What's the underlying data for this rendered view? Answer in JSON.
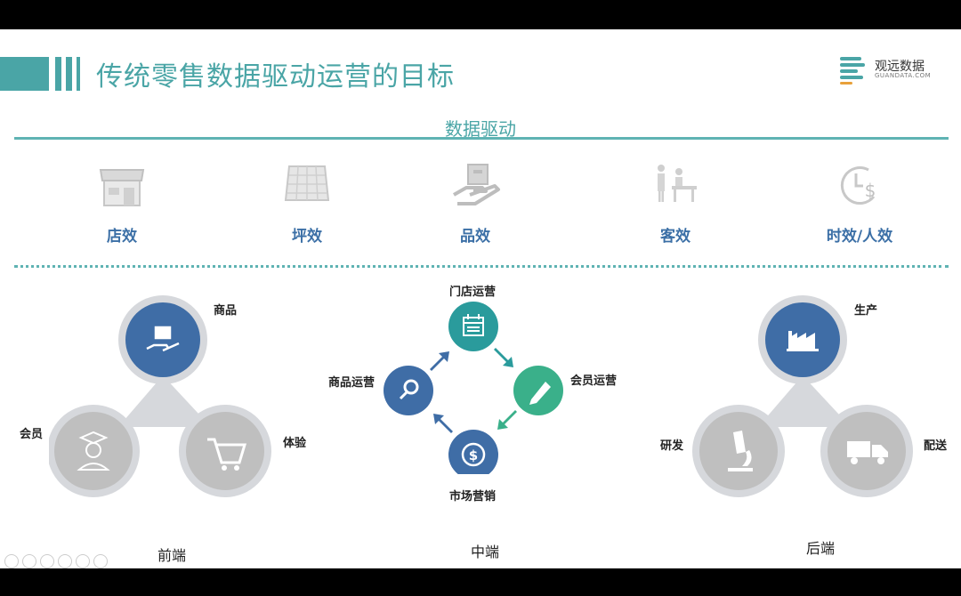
{
  "title": "传统零售数据驱动运营的目标",
  "logo": {
    "name": "观远数据",
    "sub": "GUANDATA.COM"
  },
  "section_title": "数据驱动",
  "metrics": [
    {
      "label": "店效",
      "icon": "store-icon"
    },
    {
      "label": "坪效",
      "icon": "floor-area-icon"
    },
    {
      "label": "品效",
      "icon": "product-hand-icon"
    },
    {
      "label": "客效",
      "icon": "customers-icon"
    },
    {
      "label": "时效/人效",
      "icon": "clock-dollar-icon"
    }
  ],
  "front": {
    "caption": "前端",
    "nodes": {
      "top": "商品",
      "left": "会员",
      "right": "体验"
    }
  },
  "middle": {
    "caption": "中端",
    "nodes": {
      "top": "门店运营",
      "left": "商品运营",
      "right": "会员运营",
      "bottom": "市场营销"
    }
  },
  "back": {
    "caption": "后端",
    "nodes": {
      "top": "生产",
      "left": "研发",
      "right": "配送"
    }
  },
  "colors": {
    "accent": "#4aa5a6",
    "blue": "#3f6da6",
    "teal": "#2a9b9c",
    "green": "#3ab08a",
    "gray": "#bfbfbf"
  }
}
